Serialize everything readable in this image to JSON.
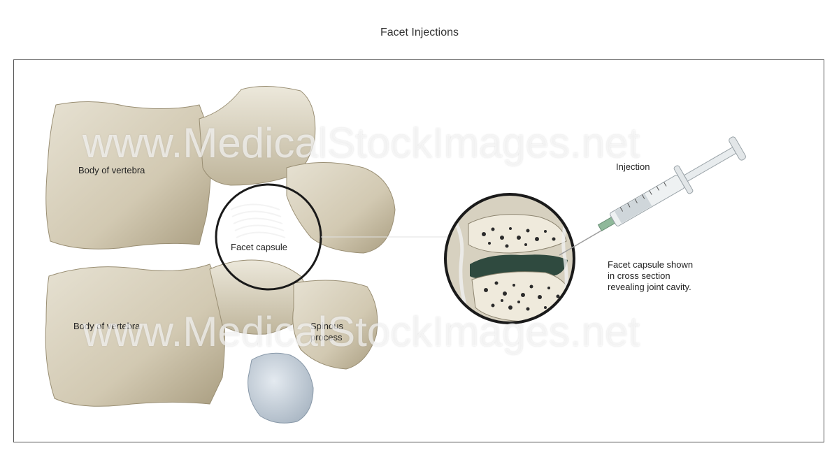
{
  "title": "Facet Injections",
  "labels": {
    "body_upper": "Body of vertebra",
    "body_lower": "Body of vertebra",
    "facet_capsule": "Facet capsule",
    "spinous_process_line1": "Spinous",
    "spinous_process_line2": "process",
    "injection": "Injection",
    "cross_section_line1": "Facet capsule shown",
    "cross_section_line2": "in cross section",
    "cross_section_line3": "revealing joint cavity."
  },
  "watermark": {
    "text": "www.MedicalStockImages.net"
  },
  "colors": {
    "bone": "#d9d3c2",
    "bone_shadow": "#b3a98f",
    "cartilage": "#c9d3dc",
    "joint_cavity": "#2f4a3f",
    "frame": "#555555"
  }
}
